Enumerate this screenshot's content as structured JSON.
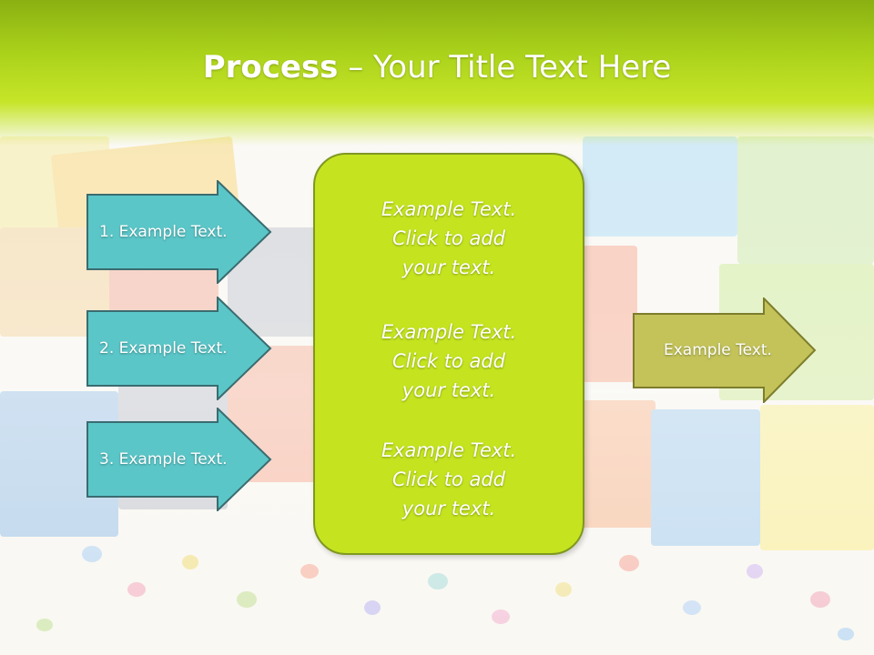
{
  "slide": {
    "title_bold": "Process",
    "title_rest": " – Your Title Text Here"
  },
  "left_arrows": [
    {
      "label": "1. Example Text."
    },
    {
      "label": "2. Example Text."
    },
    {
      "label": "3. Example Text."
    }
  ],
  "center_box": {
    "paragraphs": [
      {
        "line1": "Example Text.",
        "line2": "Click  to add",
        "line3": "your text."
      },
      {
        "line1": "Example Text.",
        "line2": "Click  to add",
        "line3": "your text."
      },
      {
        "line1": "Example Text.",
        "line2": "Click  to add",
        "line3": "your text."
      }
    ]
  },
  "right_arrow": {
    "label": "Example Text."
  },
  "colors": {
    "header_green": "#a9d11a",
    "left_arrow_fill": "#5bc6c8",
    "left_arrow_stroke": "#3a6c70",
    "center_fill": "#c5e41f",
    "right_arrow_fill": "#c3c35a",
    "right_arrow_stroke": "#7d7d2c"
  }
}
